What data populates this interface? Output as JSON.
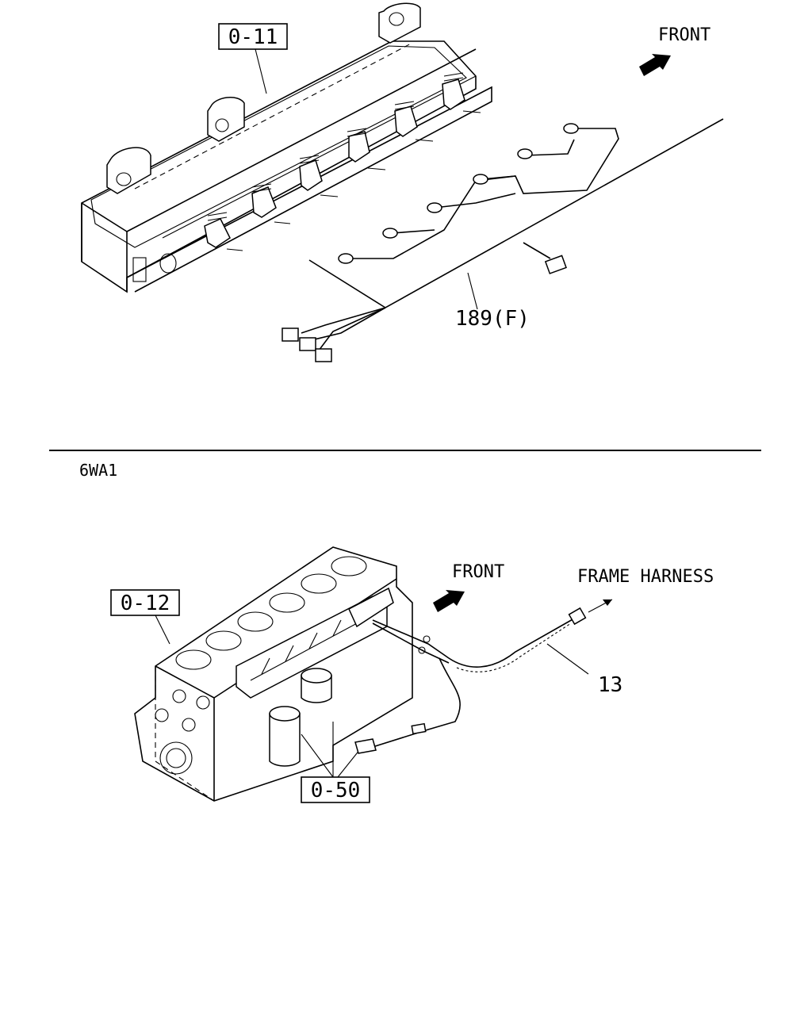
{
  "top_diagram": {
    "ref_label": "0-11",
    "direction_label": "FRONT",
    "harness_label": "189(F)"
  },
  "section": {
    "engine_model": "6WA1"
  },
  "bottom_diagram": {
    "ref_label_block": "0-12",
    "ref_label_sensors": "0-50",
    "direction_label": "FRONT",
    "frame_label": "FRAME HARNESS",
    "harness_label": "13"
  },
  "icons": {
    "front_arrow": "arrow-icon",
    "frame_arrow": "arrow-icon"
  }
}
